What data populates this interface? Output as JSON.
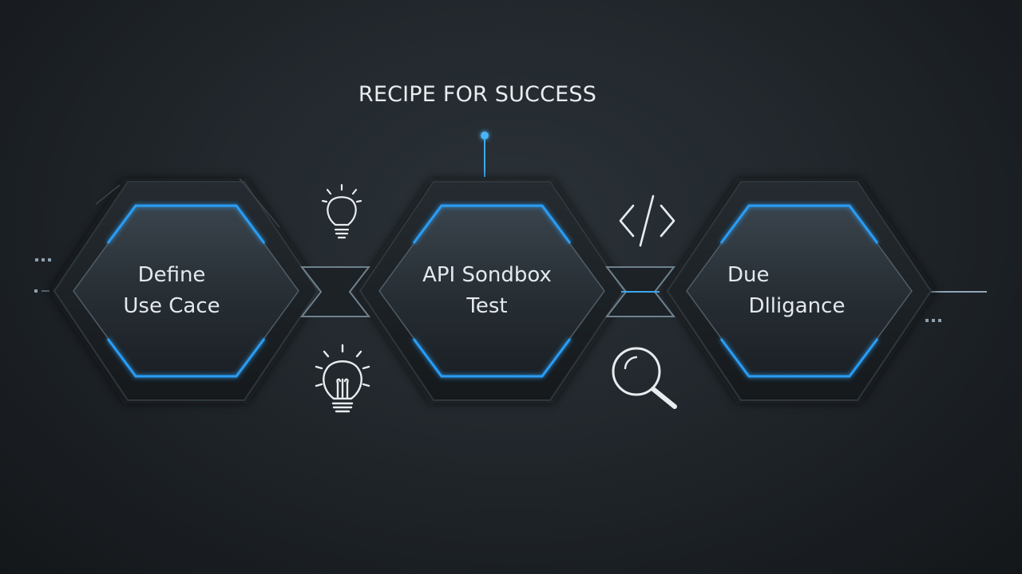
{
  "title": "RECIPE FOR SUCCESS",
  "steps": [
    {
      "line1": "Define",
      "line2": "Use Cace"
    },
    {
      "line1": "API Sondbox",
      "line2": "Test"
    },
    {
      "line1": "Due",
      "line2": "Dlligance"
    }
  ],
  "icons": {
    "top_left": "lightbulb-icon",
    "bottom_left": "lightbulb-icon",
    "top_right": "code-icon",
    "bottom_right": "magnifier-icon"
  },
  "colors": {
    "background": "#1d2227",
    "accent": "#2a9df4",
    "text": "#e4e9ed"
  }
}
